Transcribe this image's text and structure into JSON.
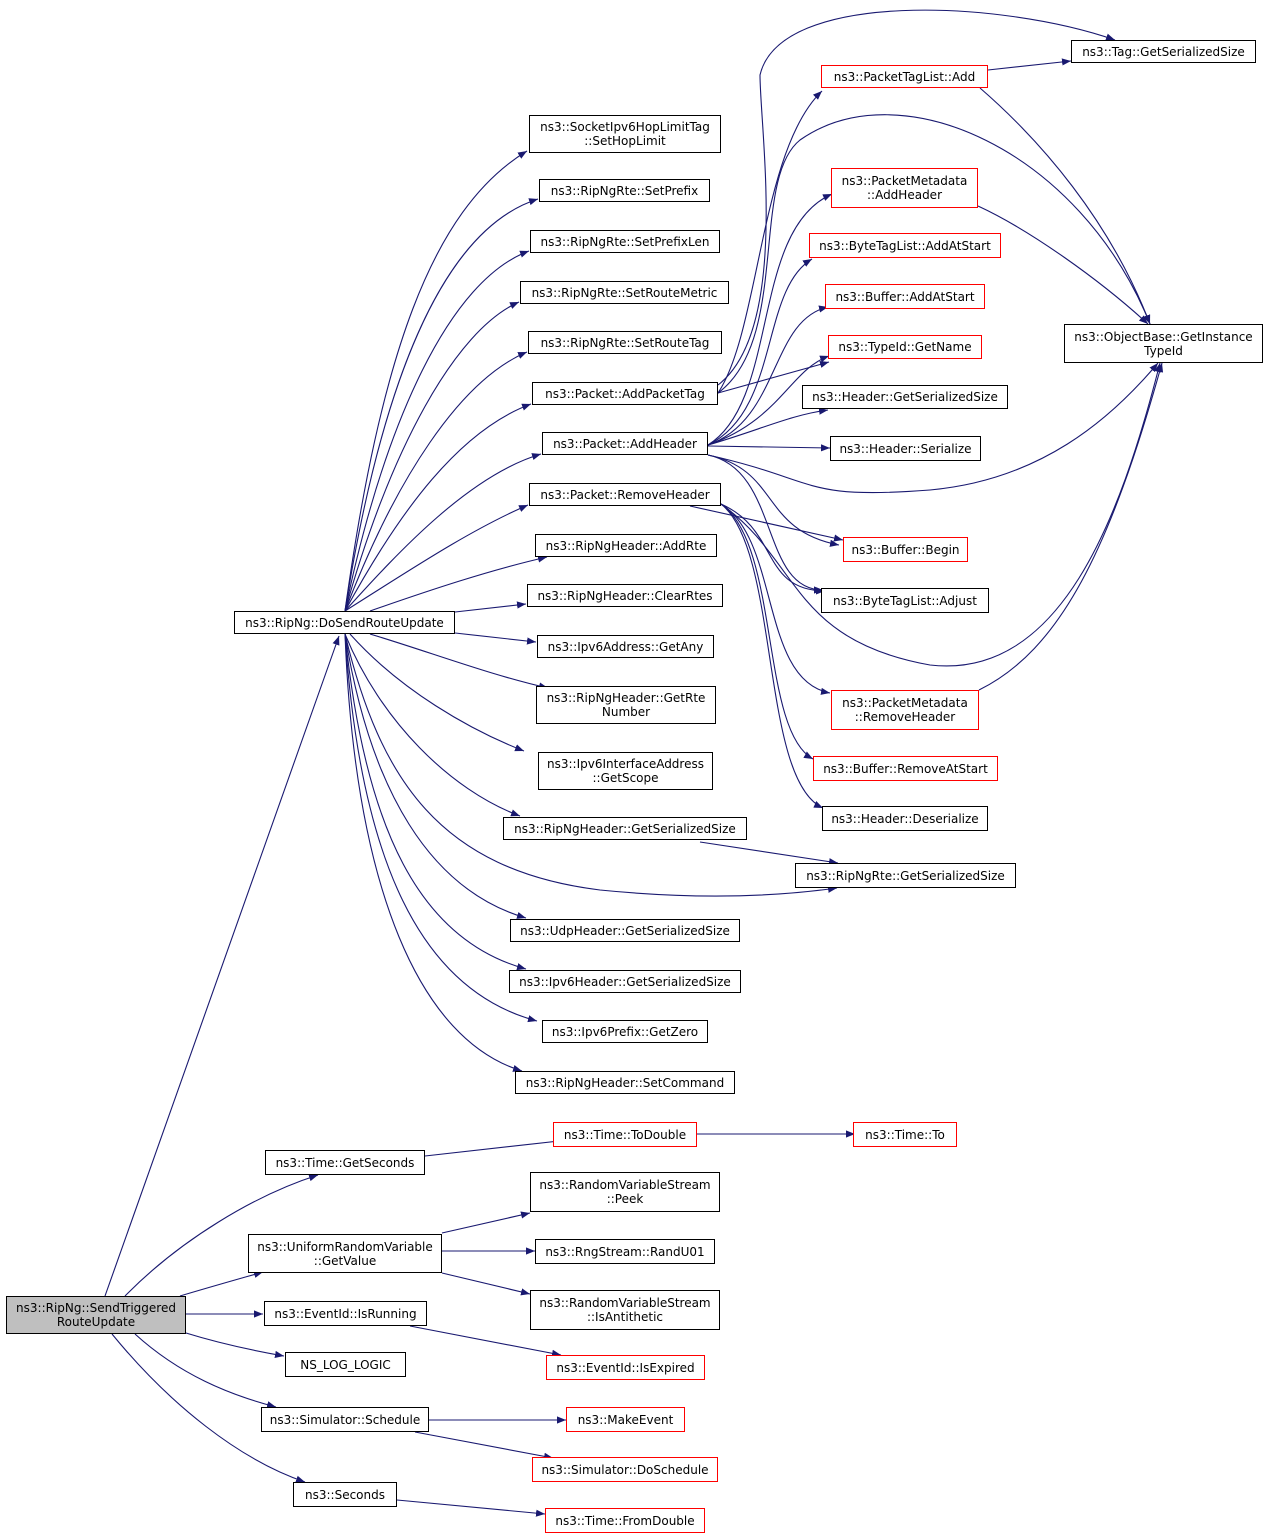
{
  "colors": {
    "edge": "#191970",
    "node_border": "#000000",
    "incomplete_border": "#ff0000",
    "root_fill": "#bfbfbf"
  },
  "nodes": {
    "send_triggered": {
      "lines": [
        "ns3::RipNg::SendTriggered",
        "RouteUpdate"
      ]
    },
    "do_send": {
      "lines": [
        "ns3::RipNg::DoSendRouteUpdate"
      ]
    },
    "set_hop_limit": {
      "lines": [
        "ns3::SocketIpv6HopLimitTag",
        "::SetHopLimit"
      ]
    },
    "set_prefix": {
      "lines": [
        "ns3::RipNgRte::SetPrefix"
      ]
    },
    "set_prefix_len": {
      "lines": [
        "ns3::RipNgRte::SetPrefixLen"
      ]
    },
    "set_route_metric": {
      "lines": [
        "ns3::RipNgRte::SetRouteMetric"
      ]
    },
    "set_route_tag": {
      "lines": [
        "ns3::RipNgRte::SetRouteTag"
      ]
    },
    "add_packet_tag": {
      "lines": [
        "ns3::Packet::AddPacketTag"
      ]
    },
    "add_header": {
      "lines": [
        "ns3::Packet::AddHeader"
      ]
    },
    "remove_header": {
      "lines": [
        "ns3::Packet::RemoveHeader"
      ]
    },
    "add_rte": {
      "lines": [
        "ns3::RipNgHeader::AddRte"
      ]
    },
    "clear_rtes": {
      "lines": [
        "ns3::RipNgHeader::ClearRtes"
      ]
    },
    "get_any": {
      "lines": [
        "ns3::Ipv6Address::GetAny"
      ]
    },
    "get_rte_number": {
      "lines": [
        "ns3::RipNgHeader::GetRte",
        "Number"
      ]
    },
    "get_scope": {
      "lines": [
        "ns3::Ipv6InterfaceAddress",
        "::GetScope"
      ]
    },
    "ripng_header_gss": {
      "lines": [
        "ns3::RipNgHeader::GetSerializedSize"
      ]
    },
    "udp_gss": {
      "lines": [
        "ns3::UdpHeader::GetSerializedSize"
      ]
    },
    "ipv6_header_gss": {
      "lines": [
        "ns3::Ipv6Header::GetSerializedSize"
      ]
    },
    "get_zero": {
      "lines": [
        "ns3::Ipv6Prefix::GetZero"
      ]
    },
    "set_command": {
      "lines": [
        "ns3::RipNgHeader::SetCommand"
      ]
    },
    "tag_gss": {
      "lines": [
        "ns3::Tag::GetSerializedSize"
      ]
    },
    "ptl_add": {
      "lines": [
        "ns3::PacketTagList::Add"
      ]
    },
    "pm_add_header": {
      "lines": [
        "ns3::PacketMetadata",
        "::AddHeader"
      ]
    },
    "btl_add_at_start": {
      "lines": [
        "ns3::ByteTagList::AddAtStart"
      ]
    },
    "buffer_add_at_start": {
      "lines": [
        "ns3::Buffer::AddAtStart"
      ]
    },
    "typeid_get_name": {
      "lines": [
        "ns3::TypeId::GetName"
      ]
    },
    "objectbase_get_instance": {
      "lines": [
        "ns3::ObjectBase::GetInstance",
        "TypeId"
      ]
    },
    "header_gss": {
      "lines": [
        "ns3::Header::GetSerializedSize"
      ]
    },
    "header_serialize": {
      "lines": [
        "ns3::Header::Serialize"
      ]
    },
    "buffer_begin": {
      "lines": [
        "ns3::Buffer::Begin"
      ]
    },
    "btl_adjust": {
      "lines": [
        "ns3::ByteTagList::Adjust"
      ]
    },
    "pm_remove_header": {
      "lines": [
        "ns3::PacketMetadata",
        "::RemoveHeader"
      ]
    },
    "buffer_remove_at_start": {
      "lines": [
        "ns3::Buffer::RemoveAtStart"
      ]
    },
    "header_deserialize": {
      "lines": [
        "ns3::Header::Deserialize"
      ]
    },
    "ripng_rte_gss": {
      "lines": [
        "ns3::RipNgRte::GetSerializedSize"
      ]
    },
    "time_get_seconds": {
      "lines": [
        "ns3::Time::GetSeconds"
      ]
    },
    "time_to_double": {
      "lines": [
        "ns3::Time::ToDouble"
      ]
    },
    "time_to": {
      "lines": [
        "ns3::Time::To"
      ]
    },
    "urv_get_value": {
      "lines": [
        "ns3::UniformRandomVariable",
        "::GetValue"
      ]
    },
    "rvs_peek": {
      "lines": [
        "ns3::RandomVariableStream",
        "::Peek"
      ]
    },
    "rng_rand_u01": {
      "lines": [
        "ns3::RngStream::RandU01"
      ]
    },
    "rvs_is_antithetic": {
      "lines": [
        "ns3::RandomVariableStream",
        "::IsAntithetic"
      ]
    },
    "eventid_is_running": {
      "lines": [
        "ns3::EventId::IsRunning"
      ]
    },
    "eventid_is_expired": {
      "lines": [
        "ns3::EventId::IsExpired"
      ]
    },
    "ns_log_logic": {
      "lines": [
        "NS_LOG_LOGIC"
      ]
    },
    "simulator_schedule": {
      "lines": [
        "ns3::Simulator::Schedule"
      ]
    },
    "make_event": {
      "lines": [
        "ns3::MakeEvent"
      ]
    },
    "simulator_do_schedule": {
      "lines": [
        "ns3::Simulator::DoSchedule"
      ]
    },
    "seconds": {
      "lines": [
        "ns3::Seconds"
      ]
    },
    "time_from_double": {
      "lines": [
        "ns3::Time::FromDouble"
      ]
    }
  }
}
